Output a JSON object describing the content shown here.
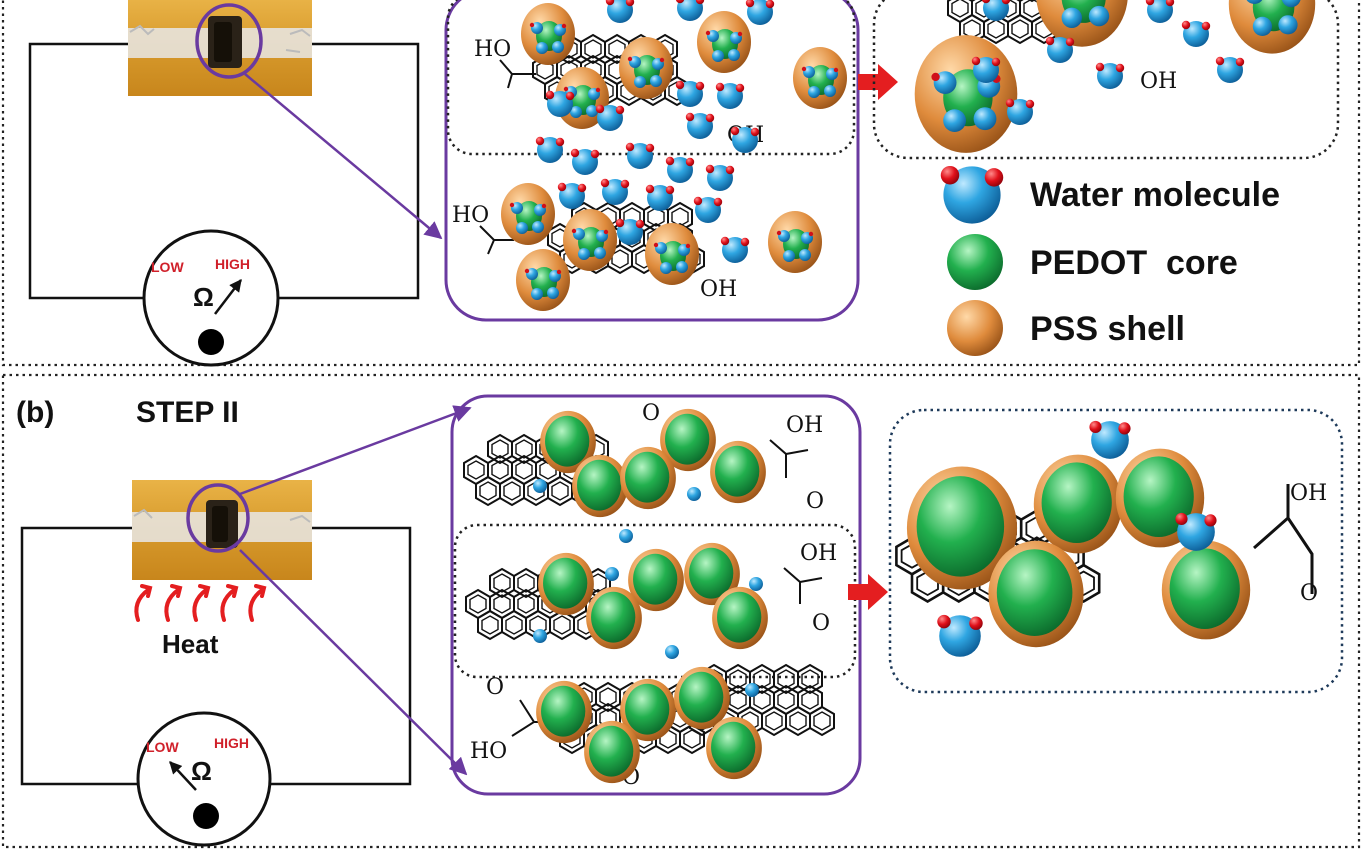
{
  "step_label": "STEP II",
  "panel_b_label": "(b)",
  "heat_label": "Heat",
  "meter_top": {
    "low": "LOW",
    "high": "HIGH",
    "unit": "Ω"
  },
  "meter_bottom": {
    "low": "LOW",
    "high": "HIGH",
    "unit": "Ω"
  },
  "chem_top": {
    "hooc_a": "HO",
    "oh_a": "OH",
    "hooc_b": "HO",
    "oh_b": "OH",
    "oh_right": "OH",
    "oh_side": "OH"
  },
  "chem_bottom": {
    "oh_a": "OH",
    "oh_b": "OH",
    "ho": "HO",
    "o_a": "O",
    "o_b": "O",
    "o_c": "O",
    "o_d": "O",
    "o_e": "O"
  },
  "legend": {
    "water": "Water molecule",
    "pedot": "PEDOT  core",
    "pss": "PSS shell"
  },
  "colors": {
    "purple": "#6a3aa0",
    "water": "#2f9fdc",
    "pedot": "#1e9a4a",
    "pss": "#d98a3d",
    "arrow": "#e41e20"
  }
}
